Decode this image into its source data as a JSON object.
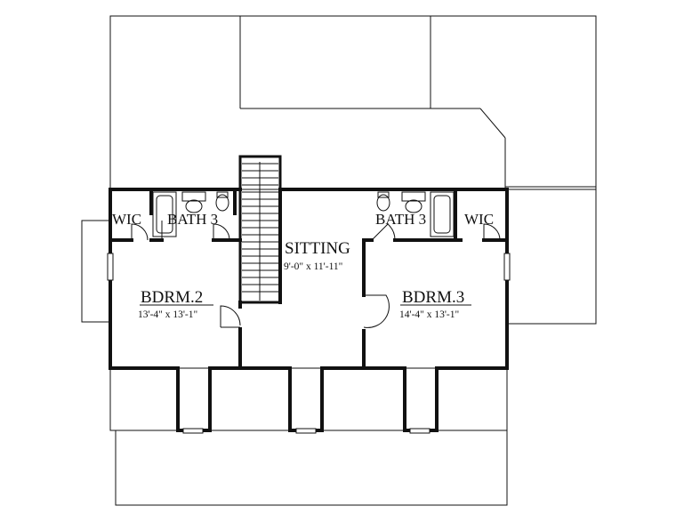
{
  "rooms": {
    "wic_left": "WIC",
    "bath_left": "BATH 3",
    "sitting": "SITTING",
    "sitting_dim": "9'-0\" x 11'-11\"",
    "bath_right": "BATH 3",
    "wic_right": "WIC",
    "bdrm2": "BDRM.2",
    "bdrm2_dim": "13'-4\" x 13'-1\"",
    "bdrm3": "BDRM.3",
    "bdrm3_dim": "14'-4\" x 13'-1\""
  },
  "colors": {
    "line": "#111111",
    "background": "#ffffff"
  }
}
